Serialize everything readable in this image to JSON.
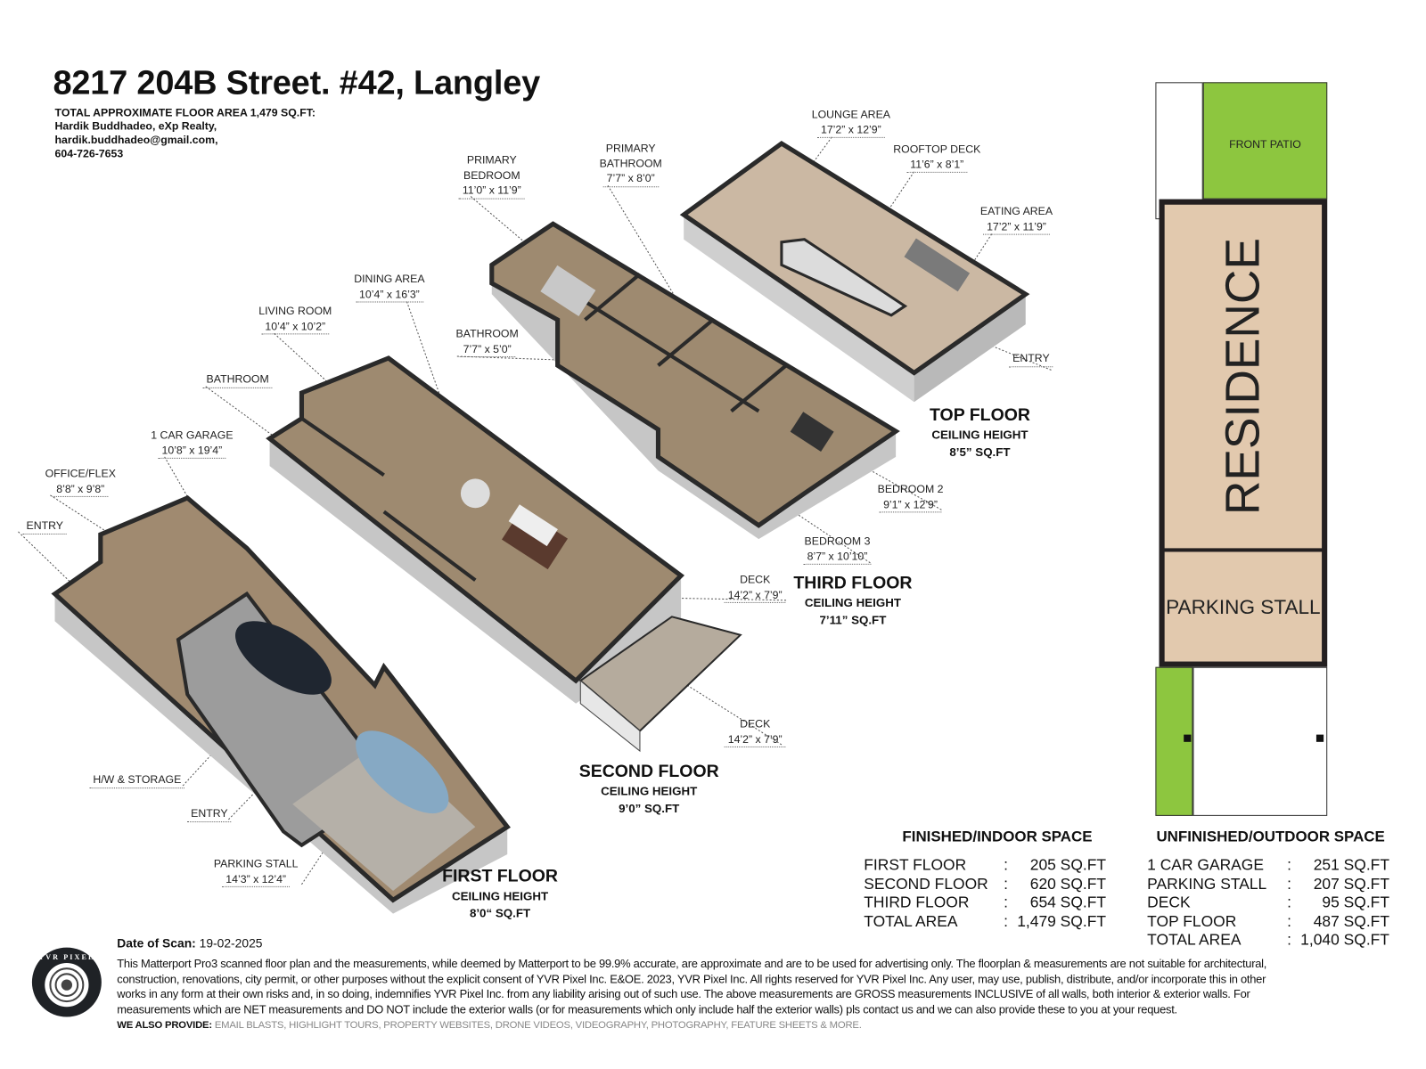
{
  "header": {
    "title": "8217 204B Street. #42, Langley",
    "total_area": "TOTAL APPROXIMATE FLOOR AREA 1,479 SQ.FT:",
    "agent": "Hardik Buddhadeo, eXp Realty,",
    "email": "hardik.buddhadeo@gmail.com,",
    "phone": "604-726-7653"
  },
  "rooms": {
    "lounge": {
      "name": "LOUNGE AREA",
      "size": "17’2” x 12’9”"
    },
    "rooftop_deck": {
      "name": "ROOFTOP DECK",
      "size": "11’6” x 8’1”"
    },
    "eating": {
      "name": "EATING AREA",
      "size": "17’2” x 11’9”"
    },
    "entry_top": {
      "name": "ENTRY"
    },
    "primary_bedroom": {
      "name1": "PRIMARY",
      "name2": "BEDROOM",
      "size": "11’0” x 11’9”"
    },
    "primary_bathroom": {
      "name1": "PRIMARY",
      "name2": "BATHROOM",
      "size": "7’7” x 8’0”"
    },
    "bathroom_third": {
      "name": "BATHROOM",
      "size": "7’7” x 5’0”"
    },
    "bedroom2": {
      "name": "BEDROOM 2",
      "size": "9’1” x 12’9”"
    },
    "bedroom3": {
      "name": "BEDROOM 3",
      "size": "8’7” x 10’10”"
    },
    "dining": {
      "name": "DINING AREA",
      "size": "10’4” x 16’3”"
    },
    "living": {
      "name": "LIVING ROOM",
      "size": "10’4” x 10’2”"
    },
    "bathroom_second": {
      "name": "BATHROOM"
    },
    "deck_upper": {
      "name": "DECK",
      "size": "14’2” x 7’9”"
    },
    "deck_lower": {
      "name": "DECK",
      "size": "14’2” x 7’9”"
    },
    "garage": {
      "name": "1 CAR GARAGE",
      "size": "10’8” x 19’4”"
    },
    "office": {
      "name": "OFFICE/FLEX",
      "size": "8’8” x 9’8”"
    },
    "entry_first": {
      "name": "ENTRY"
    },
    "hw_storage": {
      "name": "H/W & STORAGE"
    },
    "entry_garage": {
      "name": "ENTRY"
    },
    "parking": {
      "name": "PARKING STALL",
      "size": "14’3” x 12’4”"
    }
  },
  "floors": {
    "top": {
      "name": "TOP FLOOR",
      "ceiling": "CEILING HEIGHT",
      "height": "8’5” SQ.FT"
    },
    "third": {
      "name": "THIRD FLOOR",
      "ceiling": "CEILING HEIGHT",
      "height": "7’11” SQ.FT"
    },
    "second": {
      "name": "SECOND FLOOR",
      "ceiling": "CEILING HEIGHT",
      "height": "9’0” SQ.FT"
    },
    "first": {
      "name": "FIRST FLOOR",
      "ceiling": "CEILING HEIGHT",
      "height": "8’0“ SQ.FT"
    }
  },
  "site_plan": {
    "front_patio": "FRONT PATIO",
    "residence": "RESIDENCE",
    "parking_stall": "PARKING STALL",
    "colors": {
      "green": "#8dc63f",
      "beige": "#e2c9ae",
      "wall": "#231f20"
    }
  },
  "finished": {
    "heading": "FINISHED/INDOOR SPACE",
    "rows": [
      {
        "label": "FIRST FLOOR",
        "value": "205 SQ.FT"
      },
      {
        "label": "SECOND FLOOR",
        "value": "620 SQ.FT"
      },
      {
        "label": "THIRD FLOOR",
        "value": "654 SQ.FT"
      },
      {
        "label": "TOTAL AREA",
        "value": "1,479 SQ.FT"
      }
    ]
  },
  "unfinished": {
    "heading": "UNFINISHED/OUTDOOR SPACE",
    "rows": [
      {
        "label": "1 CAR GARAGE",
        "value": "251 SQ.FT"
      },
      {
        "label": "PARKING STALL",
        "value": "207 SQ.FT"
      },
      {
        "label": "DECK",
        "value": "95 SQ.FT"
      },
      {
        "label": "TOP FLOOR",
        "value": "487 SQ.FT"
      },
      {
        "label": "TOTAL AREA",
        "value": "1,040 SQ.FT"
      }
    ]
  },
  "separator": ":",
  "footer": {
    "logo_text": "YVR PIXEL",
    "date_label": "Date of Scan:",
    "date_value": "19-02-2025",
    "disclaimer_lines": [
      "This Matterport Pro3 scanned floor plan and the measurements, while deemed by Matterport to be 99.9% accurate, are approximate and are to be used for advertising only. The floorplan & measurements are not suitable for architectural,",
      "construction, renovations, city permit, or other purposes without the explicit consent of YVR Pixel Inc. E&OE. 2023, YVR Pixel Inc. All rights reserved for YVR Pixel Inc. Any user, may use, publish, distribute, and/or incorporate this in other",
      "works in any form at their own risks and, in so doing, indemnifies YVR Pixel Inc. from any liability arising out of such use. The above measurements are GROSS measurements INCLUSIVE of all walls, both interior & exterior walls. For",
      "measurements which are NET measurements and DO NOT include the exterior walls (or for measurements which only include half the exterior walls) pls contact us and we can also provide these to you at your request."
    ],
    "also_label": "WE ALSO PROVIDE:",
    "also_value": "EMAIL BLASTS, HIGHLIGHT TOURS, PROPERTY WEBSITES, DRONE VIDEOS, VIDEOGRAPHY, PHOTOGRAPHY, FEATURE SHEETS & MORE."
  }
}
